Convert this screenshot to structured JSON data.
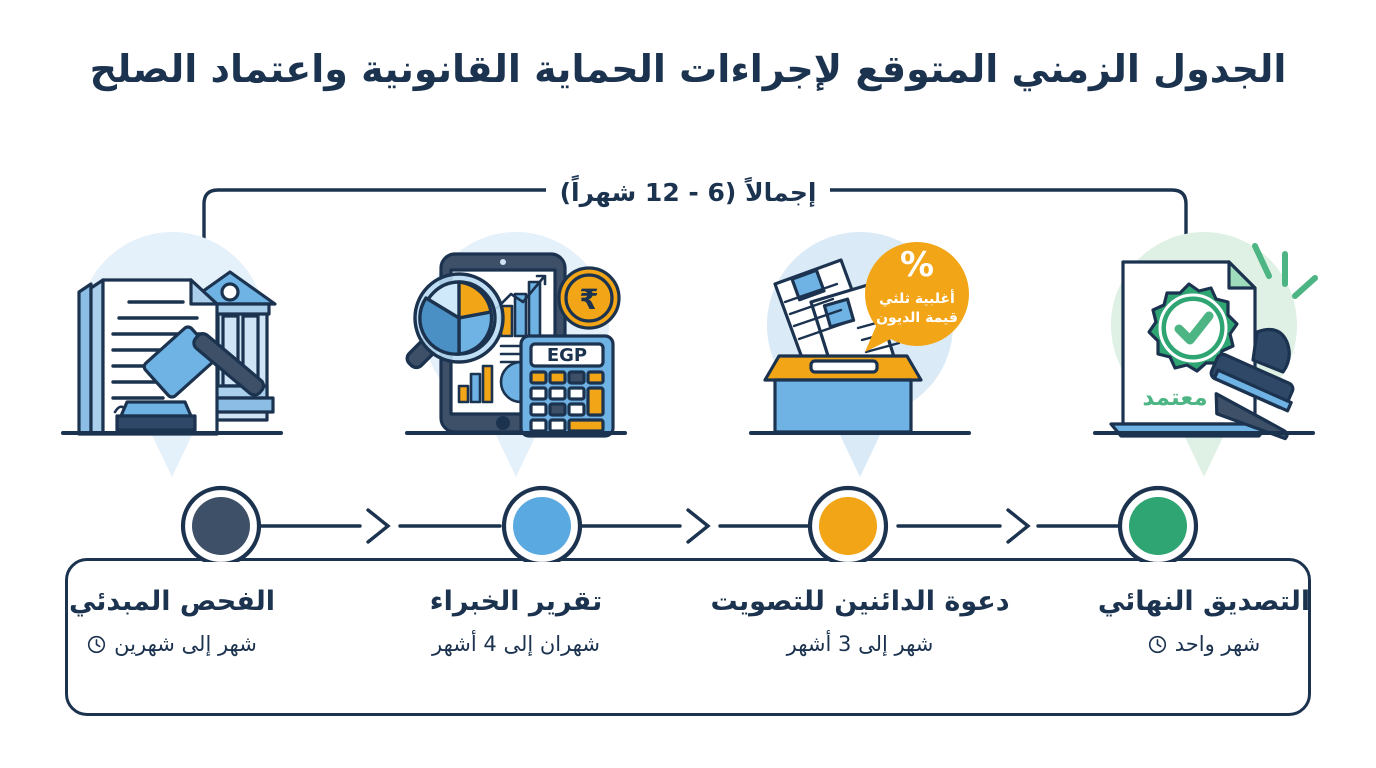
{
  "header": {
    "title": "الجدول الزمني المتوقع لإجراءات الحماية القانونية واعتماد الصلح"
  },
  "total_bracket": {
    "label": "إجمالاً (6 - 12 شهراً)"
  },
  "steps": [
    {
      "index": "1",
      "title": "الفحص المبدئي",
      "duration": "شهر إلى شهرين",
      "dot_color": "#3d5068",
      "tint": "#e4f0fa",
      "icon": "legal-document-gavel-icon"
    },
    {
      "index": "2",
      "title": "تقرير الخبراء",
      "duration": "شهران إلى 4 أشهر",
      "dot_color": "#5aa9e0",
      "tint": "#e4f0fa",
      "icon": "financial-analysis-icon"
    },
    {
      "index": "3",
      "title": "دعوة الدائنين للتصويت",
      "duration": "شهر إلى 3 أشهر",
      "dot_color": "#f2a516",
      "tint": "#dbeaf7",
      "icon": "ballot-box-voting-icon"
    },
    {
      "index": "4",
      "title": "التصديق النهائي",
      "duration": "شهر واحد",
      "dot_color": "#2fa573",
      "tint": "#dff0e4",
      "icon": "certified-document-stamp-icon"
    }
  ],
  "icon_labels": {
    "calculator_display": "EGP",
    "bubble_percent": "%",
    "bubble_line1": "أغلبية ثلثي",
    "bubble_line2": "قيمة الديون",
    "certificate_stamp_text": "معتمد"
  },
  "colors": {
    "ink": "#1c3350",
    "blue_light": "#6fb3e4",
    "blue_mid": "#4a90c4",
    "blue_pale": "#cfe4f5",
    "orange": "#f2a516",
    "orange_dark": "#e09a12",
    "green": "#3aa871",
    "green_light": "#5cc08d",
    "white": "#ffffff"
  }
}
